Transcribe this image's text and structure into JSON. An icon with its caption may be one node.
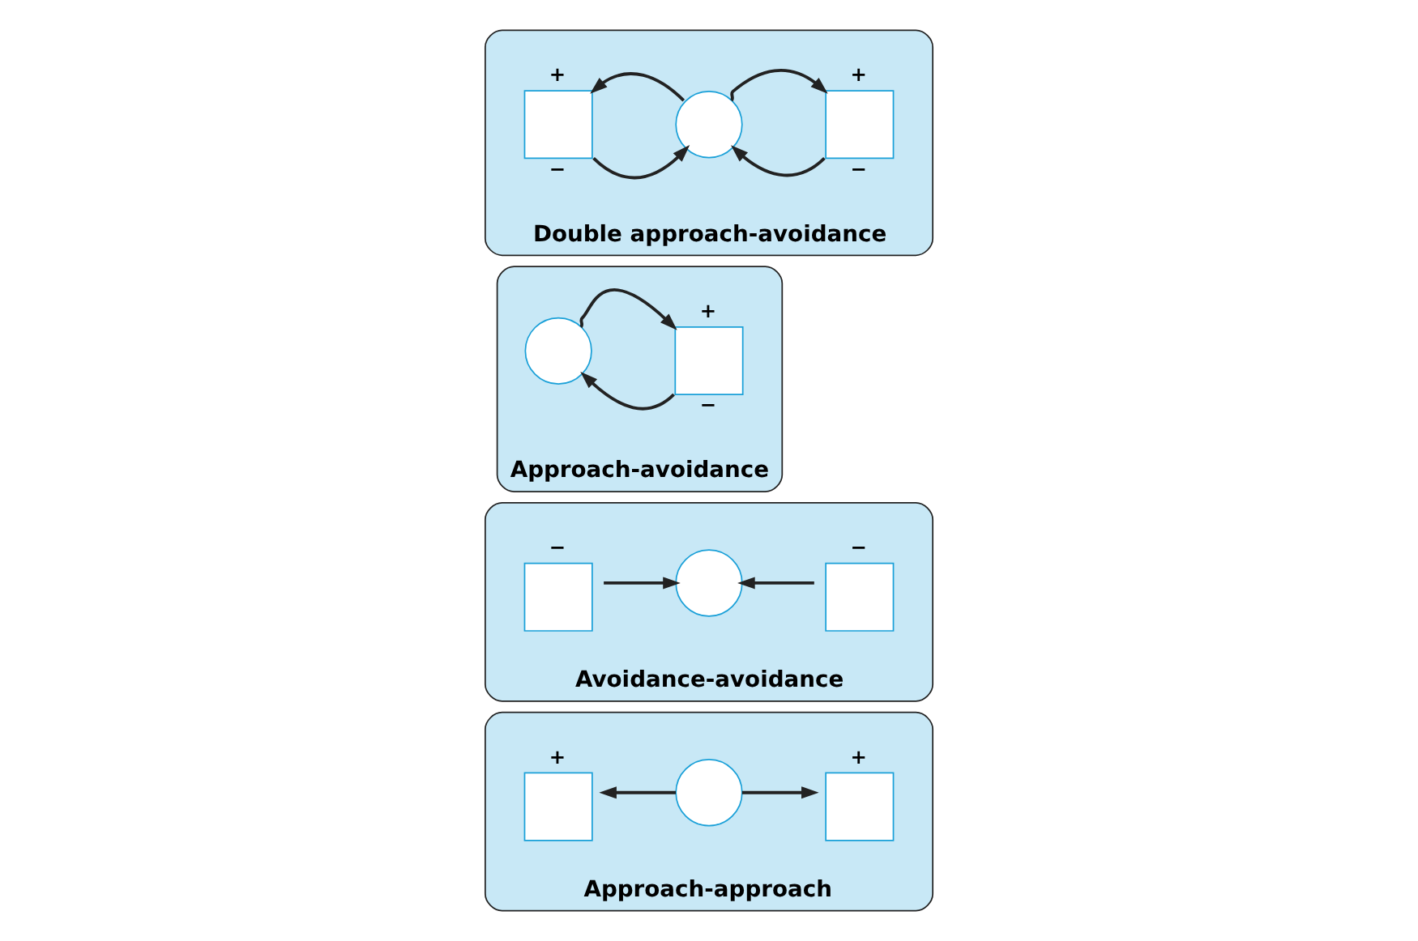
{
  "diagram": {
    "nodes": [
      {
        "text": [
          "Approach-approach"
        ]
      },
      {
        "text": [],
        "shape": "box",
        "in": 0,
        "beside": [
          "+"
        ]
      },
      {
        "text": [],
        "shape": "circle",
        "in": 0
      },
      {
        "text": [],
        "shape": "box",
        "in": 0,
        "beside": [
          "+"
        ]
      },
      {
        "text": [
          "Avoidance-avoidance"
        ]
      },
      {
        "text": [],
        "shape": "box",
        "in": 4,
        "beside": [
          "−"
        ]
      },
      {
        "text": [],
        "shape": "circle",
        "in": 4
      },
      {
        "text": [],
        "shape": "box",
        "in": 4,
        "beside": [
          "−"
        ]
      },
      {
        "text": [
          "Approach-avoidance"
        ]
      },
      {
        "text": [],
        "shape": "circle",
        "in": 8
      },
      {
        "text": [],
        "shape": "box",
        "in": 8,
        "beside": [
          "+",
          "−"
        ]
      },
      {
        "text": [
          "Double approach-avoidance"
        ]
      },
      {
        "text": [],
        "shape": "box",
        "in": 11,
        "beside": [
          "+",
          "−"
        ]
      },
      {
        "text": [],
        "shape": "circle",
        "in": 11
      },
      {
        "text": [],
        "shape": "box",
        "in": 11,
        "beside": [
          "+",
          "−"
        ]
      }
    ],
    "edges": [
      {
        "from": 2,
        "to": 1,
        "arrow": "to"
      },
      {
        "from": 2,
        "to": 3,
        "arrow": "to"
      },
      {
        "from": 5,
        "to": 6,
        "arrow": "to"
      },
      {
        "from": 7,
        "to": 6,
        "arrow": "to"
      },
      {
        "from": 9,
        "to": 10,
        "arrow": "to"
      },
      {
        "from": 10,
        "to": 9,
        "arrow": "to"
      },
      {
        "from": 13,
        "to": 12,
        "arrow": "to"
      },
      {
        "from": 12,
        "to": 13,
        "arrow": "to"
      },
      {
        "from": 13,
        "to": 14,
        "arrow": "to"
      },
      {
        "from": 14,
        "to": 13,
        "arrow": "to"
      }
    ]
  }
}
